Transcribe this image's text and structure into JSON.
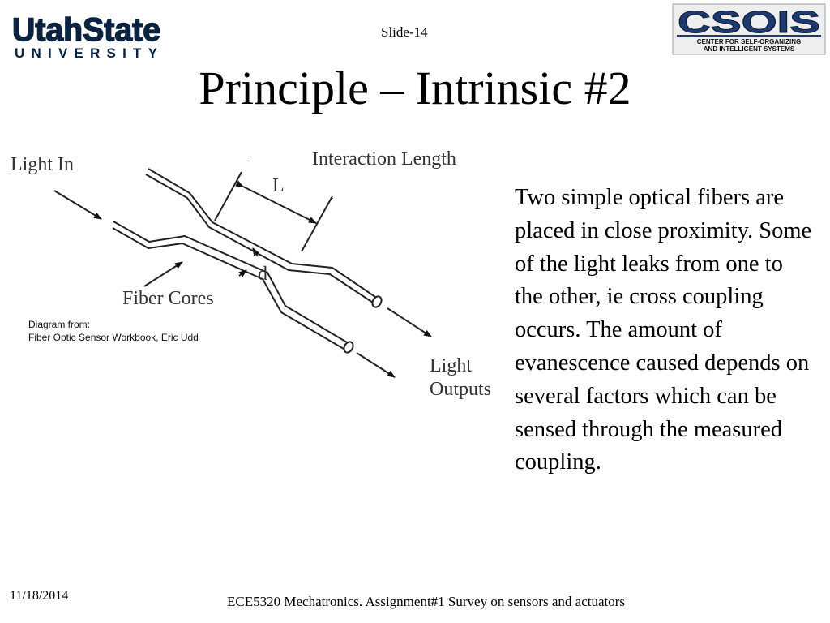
{
  "header": {
    "slide_number": "Slide-14",
    "usu_logo": {
      "line1": "UtahState",
      "line2": "UNIVERSITY"
    },
    "csois_logo": {
      "name": "CSOIS",
      "line1": "CENTER FOR SELF-ORGANIZING",
      "line2": "AND INTELLIGENT SYSTEMS"
    }
  },
  "title": "Principle – Intrinsic #2",
  "diagram": {
    "light_in": "Light In",
    "interaction_length": "Interaction Length",
    "length_symbol": "L",
    "distance_symbol": "d",
    "fiber_cores": "Fiber Cores",
    "light_outputs_1": "Light",
    "light_outputs_2": "Outputs"
  },
  "credit": {
    "line1": "Diagram from:",
    "line2": "Fiber Optic Sensor Workbook, Eric Udd"
  },
  "body_text": "Two simple optical fibers are placed in close proximity.  Some of the light leaks from one to the other, ie cross coupling occurs.  The amount of evanescence caused depends on several factors which can be sensed through the measured coupling.",
  "footer": {
    "date": "11/18/2014",
    "course": "ECE5320 Mechatronics. Assignment#1 Survey on sensors and actuators"
  }
}
